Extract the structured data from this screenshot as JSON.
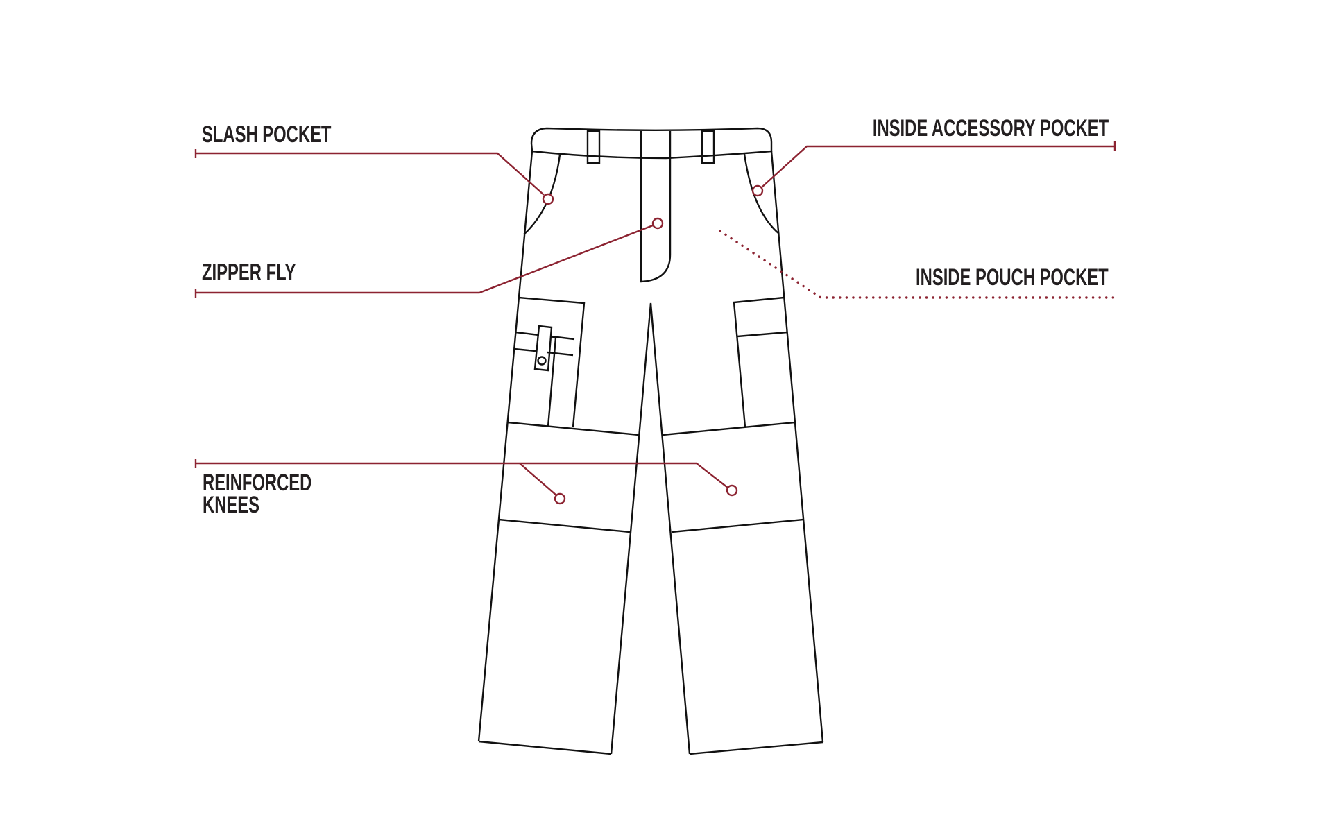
{
  "diagram": {
    "subject": "cargo pants technical flat sketch",
    "colors": {
      "outline": "#111111",
      "callout": "#8c2331",
      "label_text": "#231f20",
      "background": "#ffffff"
    },
    "callouts": [
      {
        "id": "slash-pocket",
        "label": "SLASH POCKET",
        "side": "left",
        "style": "solid"
      },
      {
        "id": "zipper-fly",
        "label": "ZIPPER FLY",
        "side": "left",
        "style": "solid"
      },
      {
        "id": "reinforced-knees",
        "label_lines": [
          "REINFORCED",
          "KNEES"
        ],
        "side": "left",
        "style": "solid"
      },
      {
        "id": "inside-accessory-pocket",
        "label": "INSIDE ACCESSORY POCKET",
        "side": "right",
        "style": "solid"
      },
      {
        "id": "inside-pouch-pocket",
        "label": "INSIDE POUCH POCKET",
        "side": "right",
        "style": "dotted"
      }
    ]
  }
}
